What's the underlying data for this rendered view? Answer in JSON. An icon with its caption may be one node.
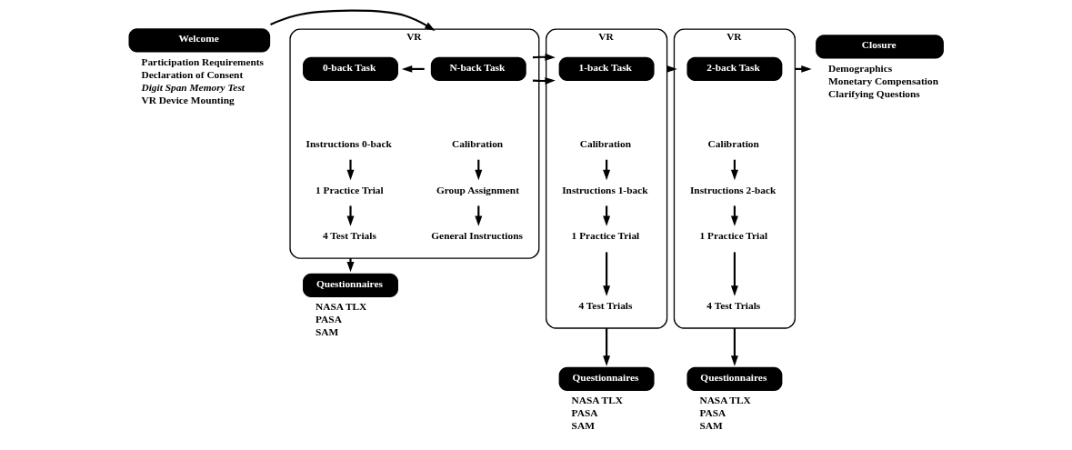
{
  "diagram": {
    "nodes": [
      {
        "text": [
          "Welcome"
        ],
        "beside": [
          "Participation Requirements",
          "Declaration of Consent",
          "*Digit Span Memory Test*",
          "VR Device Mounting"
        ]
      },
      {
        "text": [
          "VR"
        ]
      },
      {
        "text": [
          "N-back Task"
        ],
        "in": 1
      },
      {
        "text": [
          "Calibration"
        ],
        "in": 1
      },
      {
        "text": [
          "Group Assignment"
        ],
        "in": 1
      },
      {
        "text": [
          "General Instructions"
        ],
        "in": 1
      },
      {
        "text": [
          "0-back Task"
        ],
        "in": 1
      },
      {
        "text": [
          "Instructions 0-back"
        ],
        "in": 1
      },
      {
        "text": [
          "1 Practice Trial"
        ],
        "in": 1
      },
      {
        "text": [
          "4 Test Trials"
        ],
        "in": 1
      },
      {
        "text": [
          "VR"
        ]
      },
      {
        "text": [
          "1-back Task"
        ],
        "in": 10
      },
      {
        "text": [
          "Calibration"
        ],
        "in": 10
      },
      {
        "text": [
          "Instructions 1-back"
        ],
        "in": 10
      },
      {
        "text": [
          "1 Practice Trial"
        ],
        "in": 10
      },
      {
        "text": [
          "4 Test Trials"
        ],
        "in": 10
      },
      {
        "text": [
          "VR"
        ]
      },
      {
        "text": [
          "2-back Task"
        ],
        "in": 16
      },
      {
        "text": [
          "Calibration"
        ],
        "in": 16
      },
      {
        "text": [
          "Instructions 2-back"
        ],
        "in": 16
      },
      {
        "text": [
          "1 Practice Trial"
        ],
        "in": 16
      },
      {
        "text": [
          "4 Test Trials"
        ],
        "in": 16
      },
      {
        "text": [
          "Closure"
        ],
        "beside": [
          "Demographics",
          "Monetary Compensation",
          "Clarifying Questions"
        ]
      },
      {
        "text": [
          "Questionnaires"
        ],
        "beside": [
          "NASA TLX",
          "PASA",
          "SAM"
        ]
      },
      {
        "text": [
          "Questionnaires"
        ],
        "beside": [
          "NASA TLX",
          "PASA",
          "SAM"
        ]
      },
      {
        "text": [
          "Questionnaires"
        ],
        "beside": [
          "NASA TLX",
          "PASA",
          "SAM"
        ]
      }
    ],
    "edges": [
      {
        "from": 0,
        "to": 1,
        "arrow": "to"
      },
      {
        "from": 2,
        "to": 6,
        "arrow": "to"
      },
      {
        "from": 3,
        "to": 4,
        "arrow": "to"
      },
      {
        "from": 4,
        "to": 5,
        "arrow": "to"
      },
      {
        "from": 7,
        "to": 8,
        "arrow": "to"
      },
      {
        "from": 8,
        "to": 9,
        "arrow": "to"
      },
      {
        "from": 1,
        "to": 10,
        "arrow": "to"
      },
      {
        "from": 12,
        "to": 13,
        "arrow": "to"
      },
      {
        "from": 13,
        "to": 14,
        "arrow": "to"
      },
      {
        "from": 14,
        "to": 15,
        "arrow": "to"
      },
      {
        "from": 10,
        "to": 16,
        "arrow": "to"
      },
      {
        "from": 18,
        "to": 19,
        "arrow": "to"
      },
      {
        "from": 19,
        "to": 20,
        "arrow": "to"
      },
      {
        "from": 20,
        "to": 21,
        "arrow": "to"
      },
      {
        "from": 16,
        "to": 22,
        "arrow": "to"
      },
      {
        "from": 1,
        "to": 23,
        "arrow": "to"
      },
      {
        "from": 10,
        "to": 24,
        "arrow": "to"
      },
      {
        "from": 16,
        "to": 25,
        "arrow": "to"
      }
    ]
  }
}
